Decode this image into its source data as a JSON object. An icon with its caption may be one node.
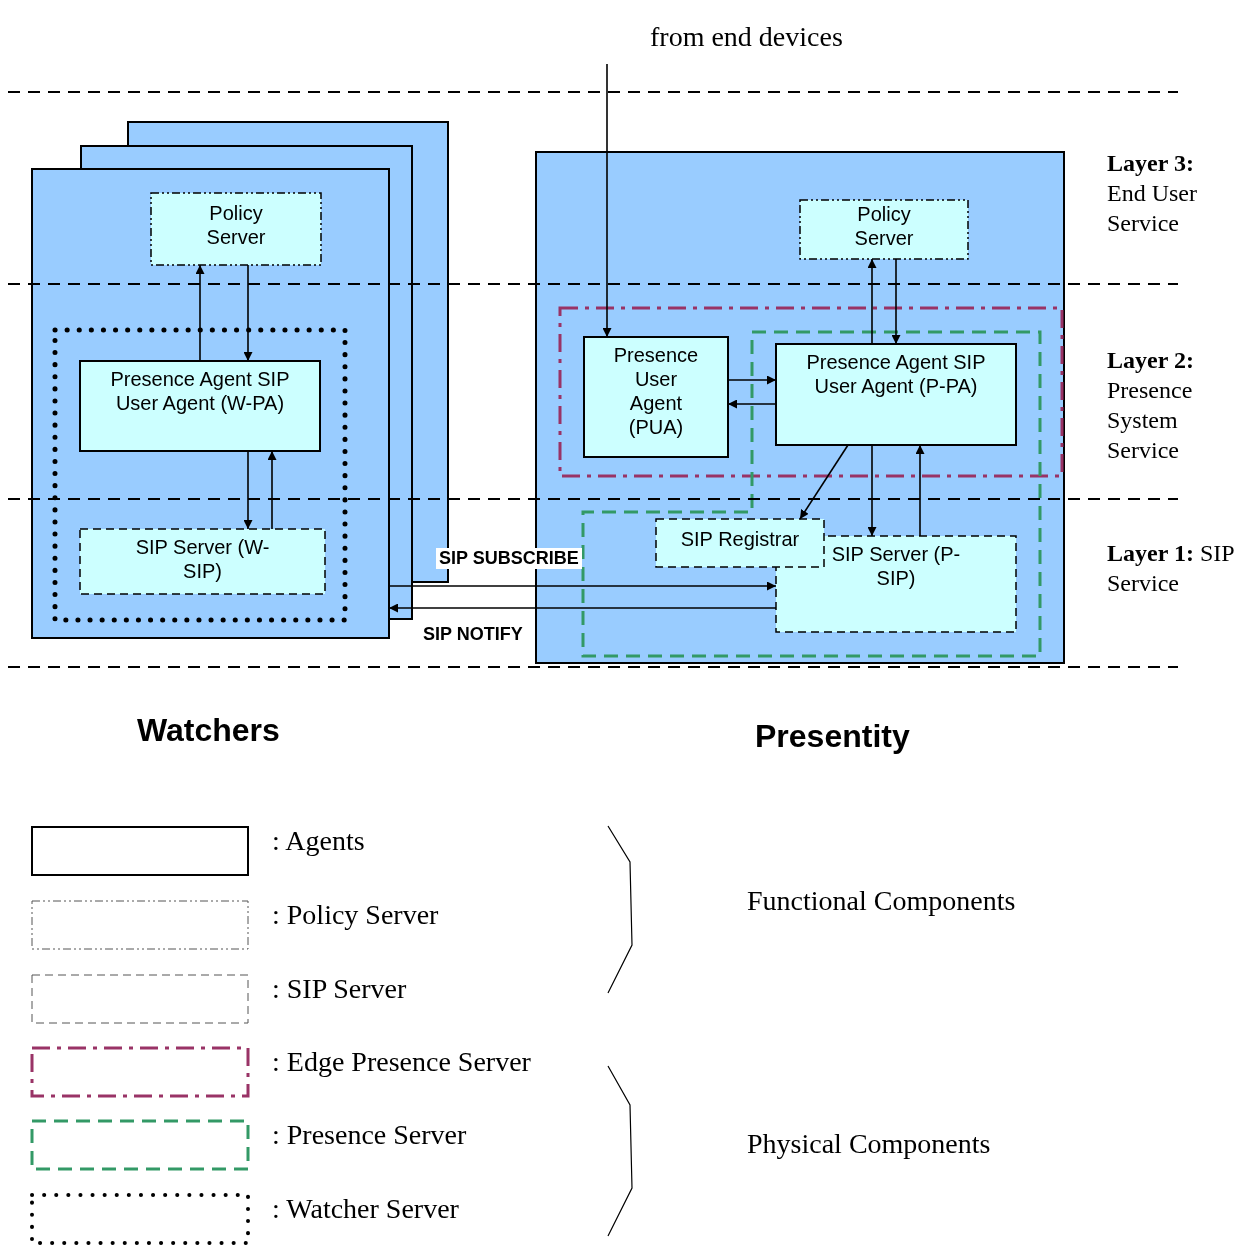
{
  "diagram": {
    "nodes": [
      {
        "text": [],
        "shape": "box"
      },
      {
        "text": [
          "Policy Server"
        ],
        "in": 0
      },
      {
        "text": [],
        "shape": "box",
        "in": 0
      },
      {
        "text": [
          "Presence Agent SIP User Agent (W-PA)"
        ],
        "in": 2
      },
      {
        "text": [
          "SIP Server (W-SIP)"
        ],
        "in": 2
      },
      {
        "text": [],
        "shape": "box"
      },
      {
        "text": [
          "Policy Server"
        ],
        "in": 5
      },
      {
        "text": [],
        "shape": "box",
        "in": 5
      },
      {
        "text": [
          "Presence User Agent (PUA)"
        ],
        "in": 7
      },
      {
        "text": [],
        "shape": "box",
        "in": 5
      },
      {
        "text": [
          "Presence Agent SIP User Agent (P-PA)"
        ]
      },
      {
        "text": [
          "SIP Registrar"
        ],
        "in": 9
      },
      {
        "text": [
          "SIP Server (P-SIP)"
        ],
        "in": 9
      },
      {
        "text": [
          "from end devices"
        ]
      }
    ],
    "edges": [
      {
        "from": 3,
        "to": 1,
        "arrow": "to"
      },
      {
        "from": 1,
        "to": 3,
        "arrow": "to"
      },
      {
        "from": 3,
        "to": 4,
        "arrow": "to"
      },
      {
        "from": 4,
        "to": 3,
        "arrow": "to"
      },
      {
        "from": 0,
        "to": 12,
        "arrow": "to",
        "label": "SIP SUBSCRIBE"
      },
      {
        "from": 12,
        "to": 0,
        "arrow": "to",
        "label": "SIP NOTIFY"
      },
      {
        "from": 13,
        "to": 8,
        "arrow": "to"
      },
      {
        "from": 10,
        "to": 6,
        "arrow": "to"
      },
      {
        "from": 6,
        "to": 10,
        "arrow": "to"
      },
      {
        "from": 8,
        "to": 10,
        "arrow": "to"
      },
      {
        "from": 10,
        "to": 8,
        "arrow": "to"
      },
      {
        "from": 10,
        "to": 11,
        "arrow": "to"
      },
      {
        "from": 10,
        "to": 12,
        "arrow": "to"
      },
      {
        "from": 12,
        "to": 10,
        "arrow": "to"
      }
    ],
    "labels": [
      "**Layer 3:** End User Service",
      "**Layer 2:** Presence System Service",
      "**Layer 1:** SIP Service",
      "Watchers",
      "Presentity",
      "Functional Components",
      "Physical Components"
    ],
    "legend": [
      {
        "text": ": Agents"
      },
      {
        "text": ": Policy Server"
      },
      {
        "text": ": SIP Server"
      },
      {
        "text": ": Edge Presence Server"
      },
      {
        "text": ": Presence Server"
      },
      {
        "text": ": Watcher Server"
      }
    ]
  }
}
